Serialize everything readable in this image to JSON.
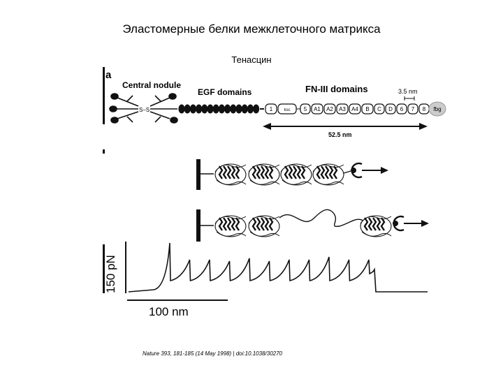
{
  "slide": {
    "title": "Эластомерные белки межклеточного матрикса",
    "subtitle": "Тенасцин",
    "citation": "Nature 393, 181-185 (14 May 1998) | doi:10.1038/30270"
  },
  "panel_a": {
    "label": "a",
    "central_nodule": "Central nodule",
    "ss": "S–S",
    "egf": "EGF domains",
    "fn3": "FN-III domains",
    "size_35": "3.5 nm",
    "length_525": "52.5 nm",
    "domains": [
      "1",
      "ksc",
      "5",
      "A1",
      "A2",
      "A3",
      "A4",
      "B",
      "C",
      "D",
      "6",
      "7",
      "8",
      "fbg"
    ]
  },
  "trace": {
    "ylabel": "150 pN",
    "xlabel": "100 nm",
    "peaks": 11
  },
  "colors": {
    "ink": "#111111",
    "fbg": "#cccccc"
  }
}
